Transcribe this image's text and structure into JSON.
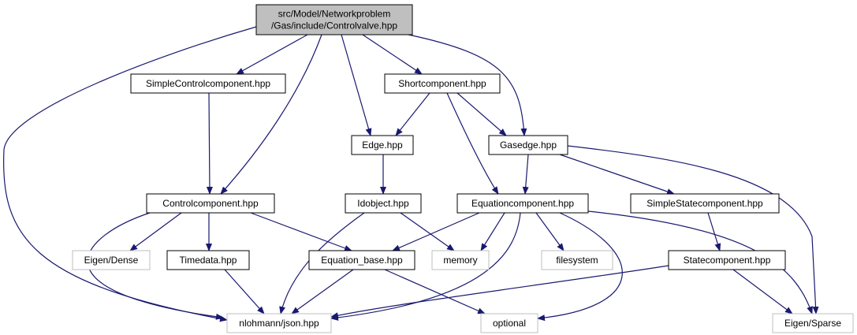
{
  "colors": {
    "edge": "#191970",
    "root_fill": "#bfbfbf",
    "node_border": "#000000",
    "external_border": "#bfbfbf",
    "external_text": "#7f7f7f",
    "text": "#000000"
  },
  "nodes": [
    {
      "id": "root",
      "lines": [
        "src/Model/Networkproblem",
        "/Gas/include/Controlvalve.hpp"
      ],
      "kind": "root"
    },
    {
      "id": "simplecontrol",
      "lines": [
        "SimpleControlcomponent.hpp"
      ],
      "kind": "internal"
    },
    {
      "id": "short",
      "lines": [
        "Shortcomponent.hpp"
      ],
      "kind": "internal"
    },
    {
      "id": "edge",
      "lines": [
        "Edge.hpp"
      ],
      "kind": "internal"
    },
    {
      "id": "gasedge",
      "lines": [
        "Gasedge.hpp"
      ],
      "kind": "internal"
    },
    {
      "id": "controlcomp",
      "lines": [
        "Controlcomponent.hpp"
      ],
      "kind": "internal"
    },
    {
      "id": "idobject",
      "lines": [
        "Idobject.hpp"
      ],
      "kind": "internal"
    },
    {
      "id": "equationcomp",
      "lines": [
        "Equationcomponent.hpp"
      ],
      "kind": "internal"
    },
    {
      "id": "simplestate",
      "lines": [
        "SimpleStatecomponent.hpp"
      ],
      "kind": "internal"
    },
    {
      "id": "eigendense",
      "lines": [
        "Eigen/Dense"
      ],
      "kind": "external"
    },
    {
      "id": "timedata",
      "lines": [
        "Timedata.hpp"
      ],
      "kind": "internal"
    },
    {
      "id": "eqbase",
      "lines": [
        "Equation_base.hpp"
      ],
      "kind": "internal"
    },
    {
      "id": "memory",
      "lines": [
        "memory"
      ],
      "kind": "external"
    },
    {
      "id": "filesystem",
      "lines": [
        "filesystem"
      ],
      "kind": "external"
    },
    {
      "id": "statecomp",
      "lines": [
        "Statecomponent.hpp"
      ],
      "kind": "internal"
    },
    {
      "id": "json",
      "lines": [
        "nlohmann/json.hpp"
      ],
      "kind": "external"
    },
    {
      "id": "optional",
      "lines": [
        "optional"
      ],
      "kind": "external"
    },
    {
      "id": "eigensparse",
      "lines": [
        "Eigen/Sparse"
      ],
      "kind": "external"
    }
  ],
  "edges": [
    [
      "root",
      "simplecontrol"
    ],
    [
      "root",
      "short"
    ],
    [
      "root",
      "edge"
    ],
    [
      "root",
      "gasedge"
    ],
    [
      "root",
      "controlcomp"
    ],
    [
      "root",
      "json"
    ],
    [
      "simplecontrol",
      "controlcomp"
    ],
    [
      "short",
      "edge"
    ],
    [
      "short",
      "gasedge"
    ],
    [
      "short",
      "equationcomp"
    ],
    [
      "edge",
      "idobject"
    ],
    [
      "gasedge",
      "equationcomp"
    ],
    [
      "gasedge",
      "simplestate"
    ],
    [
      "gasedge",
      "eigensparse"
    ],
    [
      "controlcomp",
      "eigendense"
    ],
    [
      "controlcomp",
      "timedata"
    ],
    [
      "controlcomp",
      "eqbase"
    ],
    [
      "controlcomp",
      "json"
    ],
    [
      "idobject",
      "memory"
    ],
    [
      "idobject",
      "json"
    ],
    [
      "equationcomp",
      "eqbase"
    ],
    [
      "equationcomp",
      "memory"
    ],
    [
      "equationcomp",
      "filesystem"
    ],
    [
      "equationcomp",
      "json"
    ],
    [
      "equationcomp",
      "optional"
    ],
    [
      "equationcomp",
      "eigensparse"
    ],
    [
      "simplestate",
      "statecomp"
    ],
    [
      "timedata",
      "json"
    ],
    [
      "eqbase",
      "json"
    ],
    [
      "eqbase",
      "optional"
    ],
    [
      "statecomp",
      "json"
    ],
    [
      "statecomp",
      "eigensparse"
    ]
  ]
}
